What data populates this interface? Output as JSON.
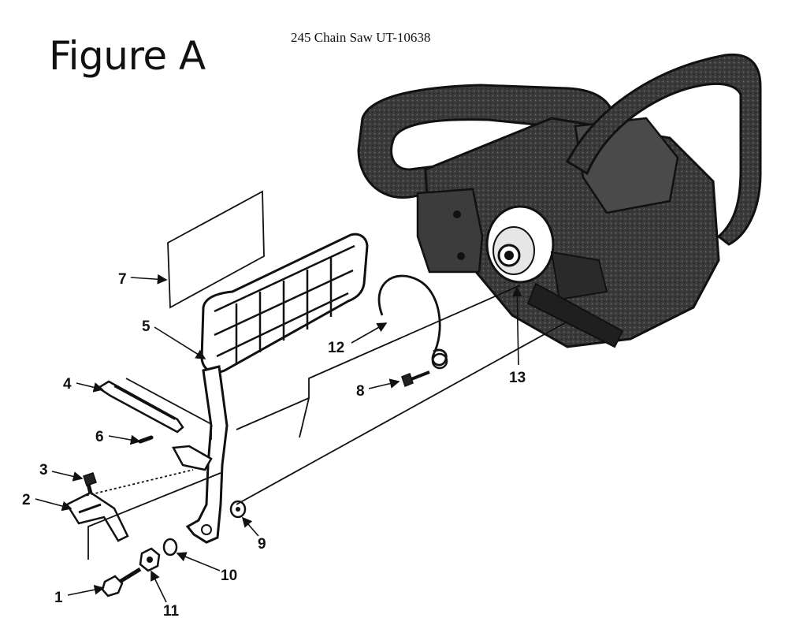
{
  "header": {
    "figure_title": "Figure A",
    "document_title": "245 Chain Saw UT-10638"
  },
  "callouts": [
    {
      "id": "c1",
      "label": "1"
    },
    {
      "id": "c2",
      "label": "2"
    },
    {
      "id": "c3",
      "label": "3"
    },
    {
      "id": "c4",
      "label": "4"
    },
    {
      "id": "c5",
      "label": "5"
    },
    {
      "id": "c6",
      "label": "6"
    },
    {
      "id": "c7",
      "label": "7"
    },
    {
      "id": "c8",
      "label": "8"
    },
    {
      "id": "c9",
      "label": "9"
    },
    {
      "id": "c10",
      "label": "10"
    },
    {
      "id": "c11",
      "label": "11"
    },
    {
      "id": "c12",
      "label": "12"
    },
    {
      "id": "c13",
      "label": "13"
    }
  ],
  "colors": {
    "ink": "#111111",
    "body_dark": "#2e2e2e",
    "body_mid": "#555555",
    "paper": "#ffffff"
  }
}
